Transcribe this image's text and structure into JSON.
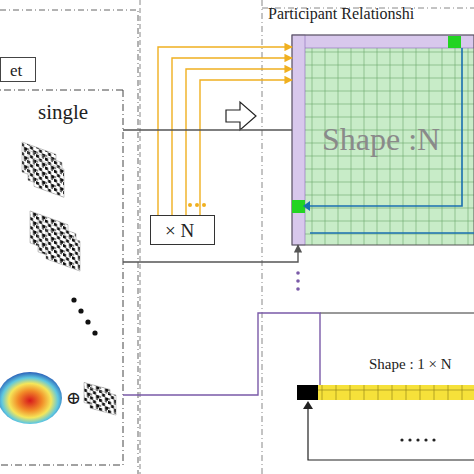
{
  "diagram": {
    "nodes": [
      {
        "text": [
          "et"
        ]
      },
      {
        "text": [
          "single"
        ]
      },
      {
        "text": [
          "× N"
        ]
      },
      {
        "text": [
          "Participant Relationshi",
          "Shape :N"
        ]
      },
      {
        "text": [
          "Shape : 1 × N"
        ]
      }
    ],
    "edges": [
      {
        "from": 2,
        "to": 3,
        "arrow": "to"
      },
      {
        "from": 2,
        "to": 3,
        "arrow": "to"
      },
      {
        "from": 2,
        "to": 3,
        "arrow": "to"
      },
      {
        "from": 2,
        "to": 3,
        "arrow": "to"
      },
      {
        "from": 1,
        "to": 3,
        "arrow": "none"
      },
      {
        "from": 1,
        "to": 3,
        "arrow": "to"
      },
      {
        "from": 1,
        "to": 4,
        "arrow": "none"
      }
    ],
    "labels": [
      "⊕"
    ]
  }
}
